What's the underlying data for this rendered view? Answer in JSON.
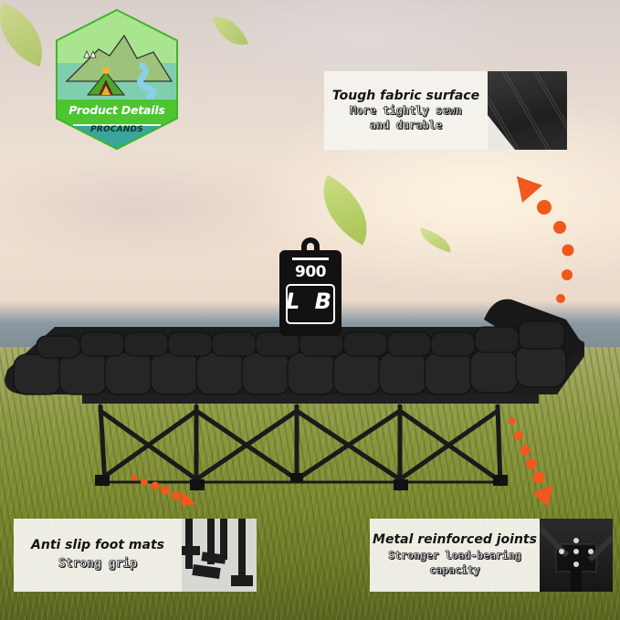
{
  "badge": {
    "title": "Product Details",
    "brand": "PROCANDS",
    "icon": "camping-mountain-tent-icon",
    "colors": {
      "green": "#4cc531",
      "teal": "#3aa59a",
      "border": "#2f9b1e"
    }
  },
  "weight_capacity": {
    "value": "900",
    "unit": "L B",
    "icon": "weight-icon"
  },
  "features": [
    {
      "id": "fabric",
      "title": "Tough fabric surface",
      "subtitle_lines": [
        "More tightly sewn",
        "and durable"
      ],
      "thumbnail": "fabric-closeup"
    },
    {
      "id": "foot",
      "title": "Anti slip foot mats",
      "subtitle_lines": [
        "Strong grip"
      ],
      "thumbnail": "foot-mats-closeup"
    },
    {
      "id": "joints",
      "title": "Metal reinforced joints",
      "subtitle_lines": [
        "Stronger load-bearing",
        "capacity"
      ],
      "thumbnail": "joint-closeup"
    }
  ],
  "accent_color": "#f0581c",
  "product": {
    "name": "folding-camping-cot",
    "mattress_color": "#1e1e1e",
    "frame_color": "#222222"
  }
}
